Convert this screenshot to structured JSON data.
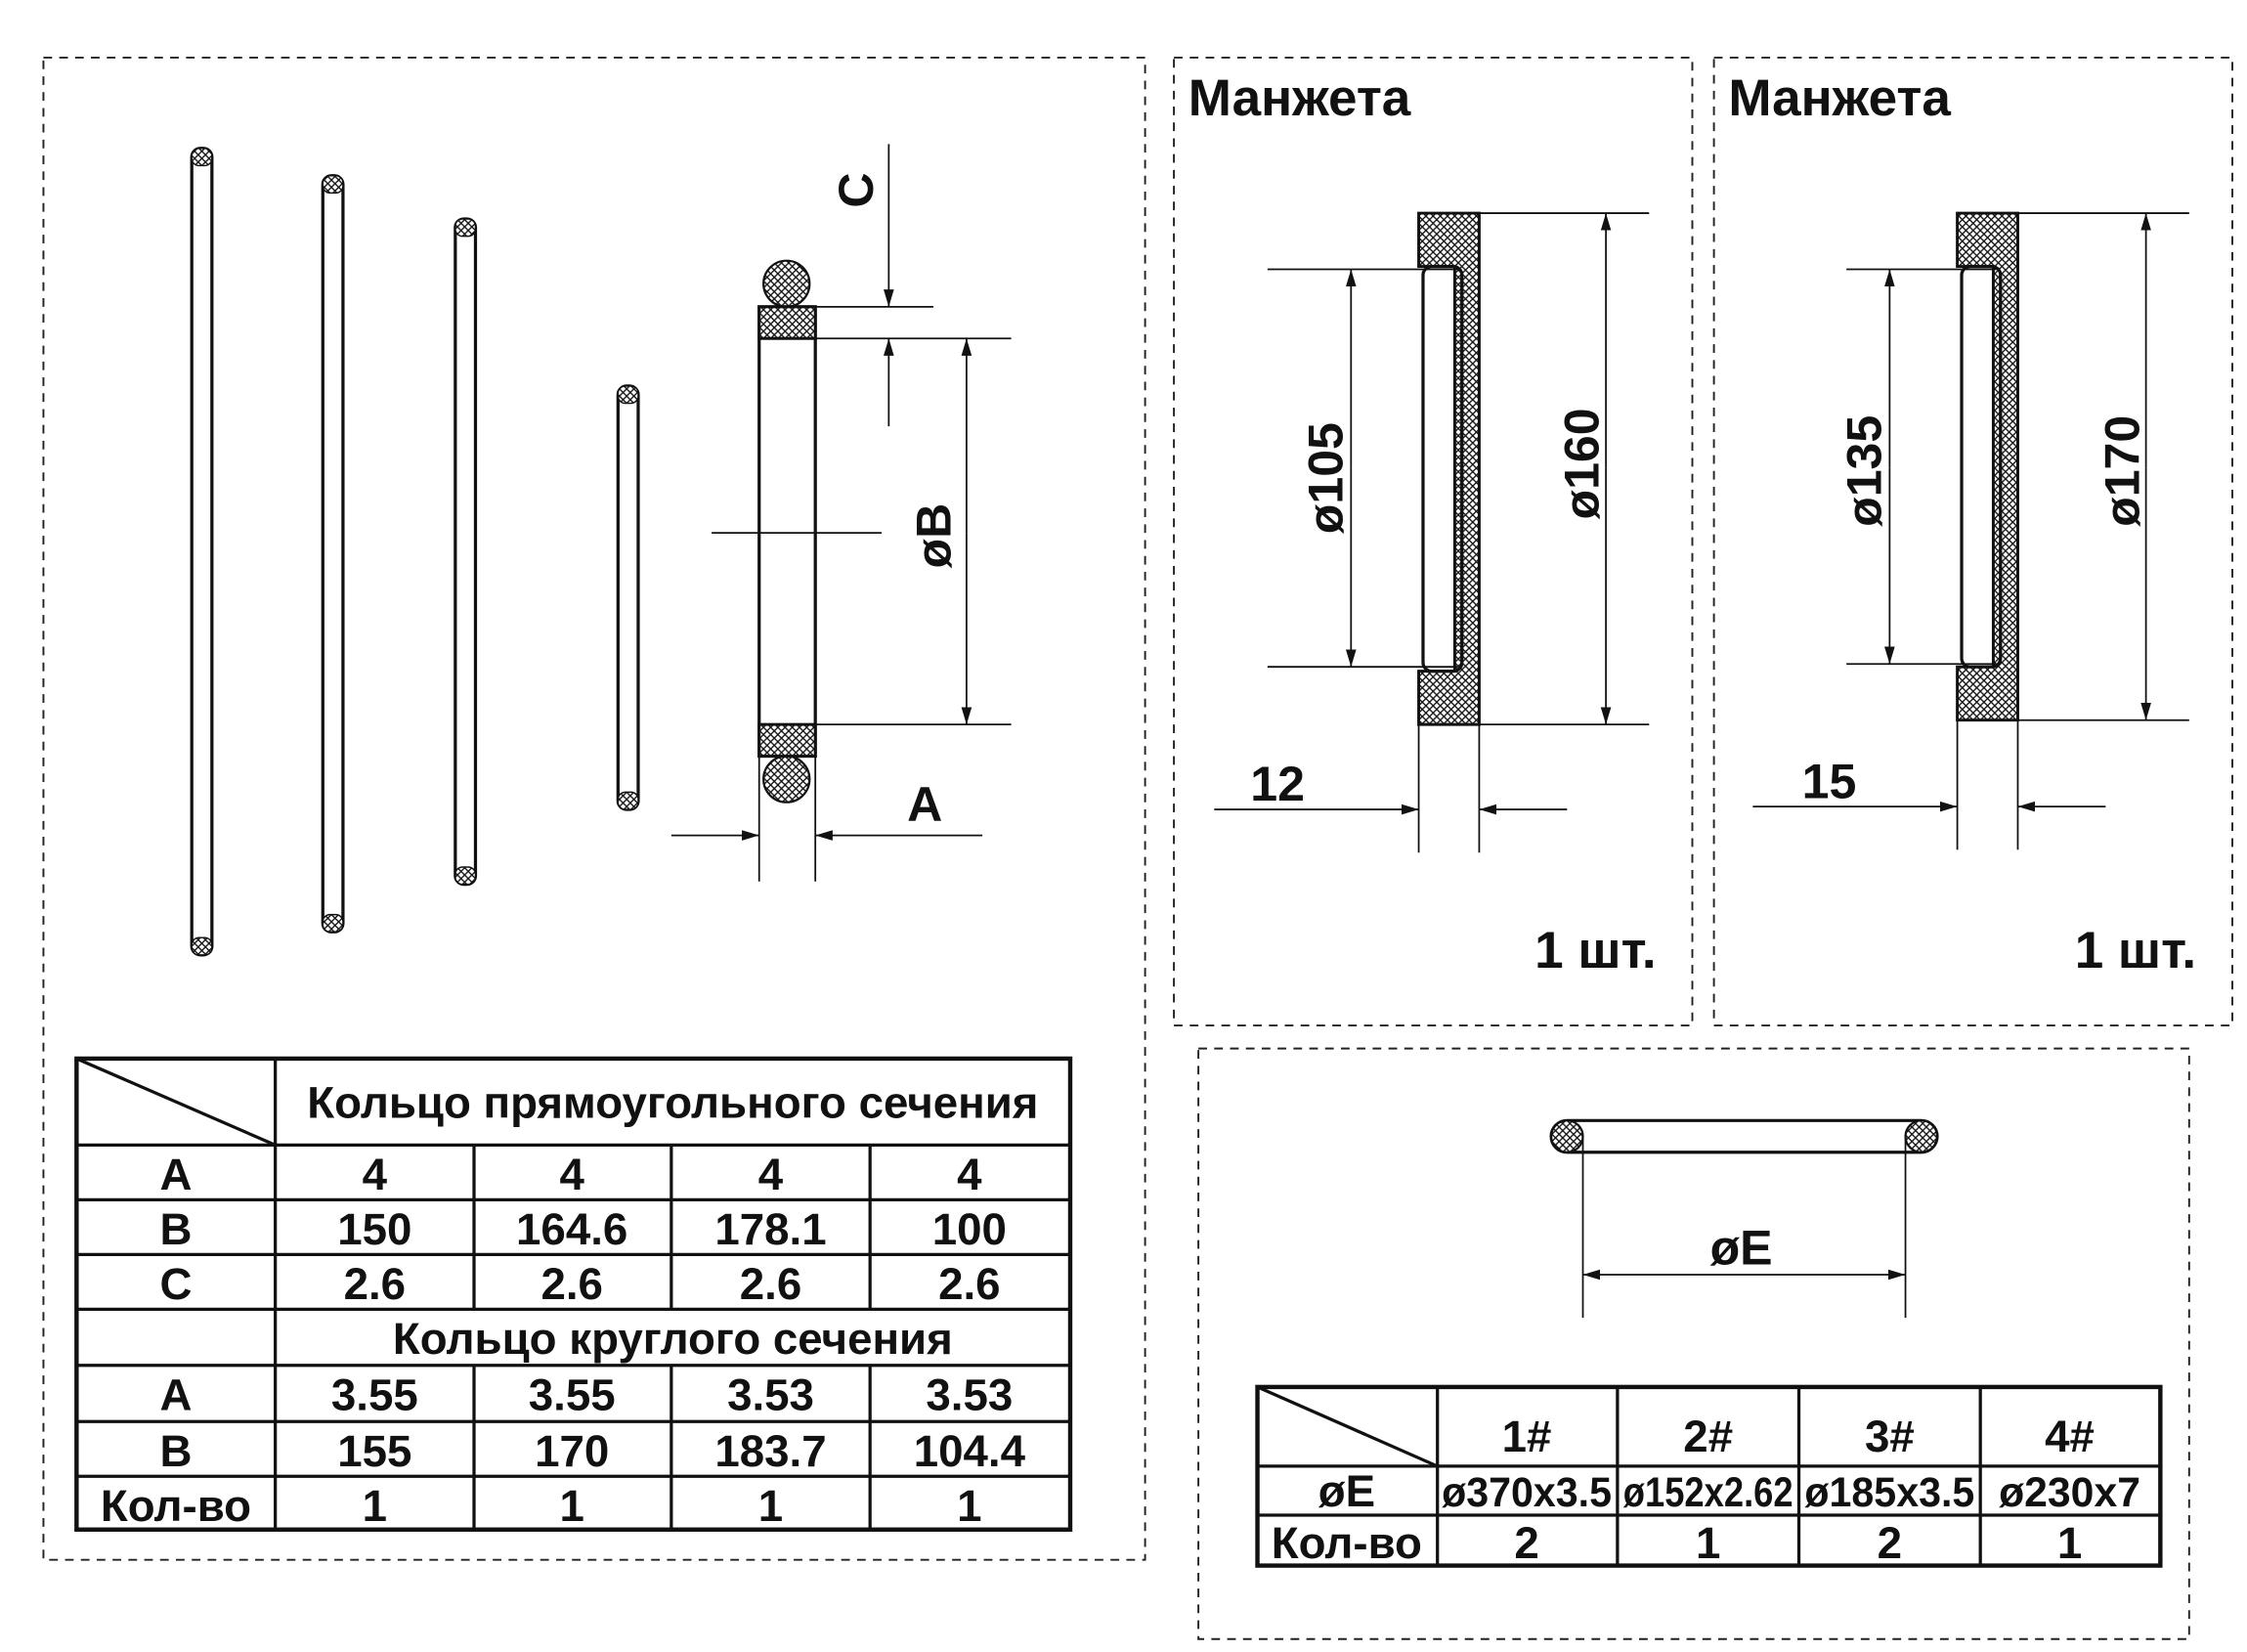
{
  "left_panel": {
    "dimension_labels": {
      "c": "C",
      "b": "øB",
      "a": "A"
    },
    "table": {
      "section1_title": "Кольцо прямоугольного сечения",
      "section1_rows": [
        {
          "label": "A",
          "values": [
            "4",
            "4",
            "4",
            "4"
          ]
        },
        {
          "label": "B",
          "values": [
            "150",
            "164.6",
            "178.1",
            "100"
          ]
        },
        {
          "label": "C",
          "values": [
            "2.6",
            "2.6",
            "2.6",
            "2.6"
          ]
        }
      ],
      "section2_title": "Кольцо круглого сечения",
      "section2_rows": [
        {
          "label": "A",
          "values": [
            "3.55",
            "3.55",
            "3.53",
            "3.53"
          ]
        },
        {
          "label": "B",
          "values": [
            "155",
            "170",
            "183.7",
            "104.4"
          ]
        },
        {
          "label": "Кол-во",
          "values": [
            "1",
            "1",
            "1",
            "1"
          ]
        }
      ]
    }
  },
  "cuff1": {
    "title": "Манжета",
    "inner_d": "ø105",
    "outer_d": "ø160",
    "width": "12",
    "qty": "1 шт."
  },
  "cuff2": {
    "title": "Манжета",
    "inner_d": "ø135",
    "outer_d": "ø170",
    "width": "15",
    "qty": "1 шт."
  },
  "oring_panel": {
    "dimension_label": "øE",
    "table": {
      "headers": [
        "1#",
        "2#",
        "3#",
        "4#"
      ],
      "rows": [
        {
          "label": "øE",
          "values": [
            "ø370x3.5",
            "ø152x2.62",
            "ø185x3.5",
            "ø230x7"
          ]
        },
        {
          "label": "Кол-во",
          "values": [
            "2",
            "1",
            "2",
            "1"
          ]
        }
      ]
    }
  }
}
